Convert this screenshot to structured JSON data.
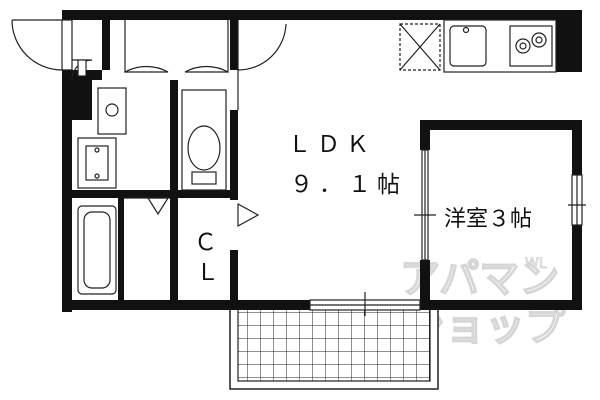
{
  "rooms": {
    "ldk_name": "ＬＤＫ",
    "ldk_size": "９．１帖",
    "western_room": "洋室３帖",
    "closet_c": "Ｃ",
    "closet_l": "Ｌ"
  },
  "watermark": {
    "line1": "アパマン",
    "line2": "ショップ",
    "mark": "WL"
  }
}
